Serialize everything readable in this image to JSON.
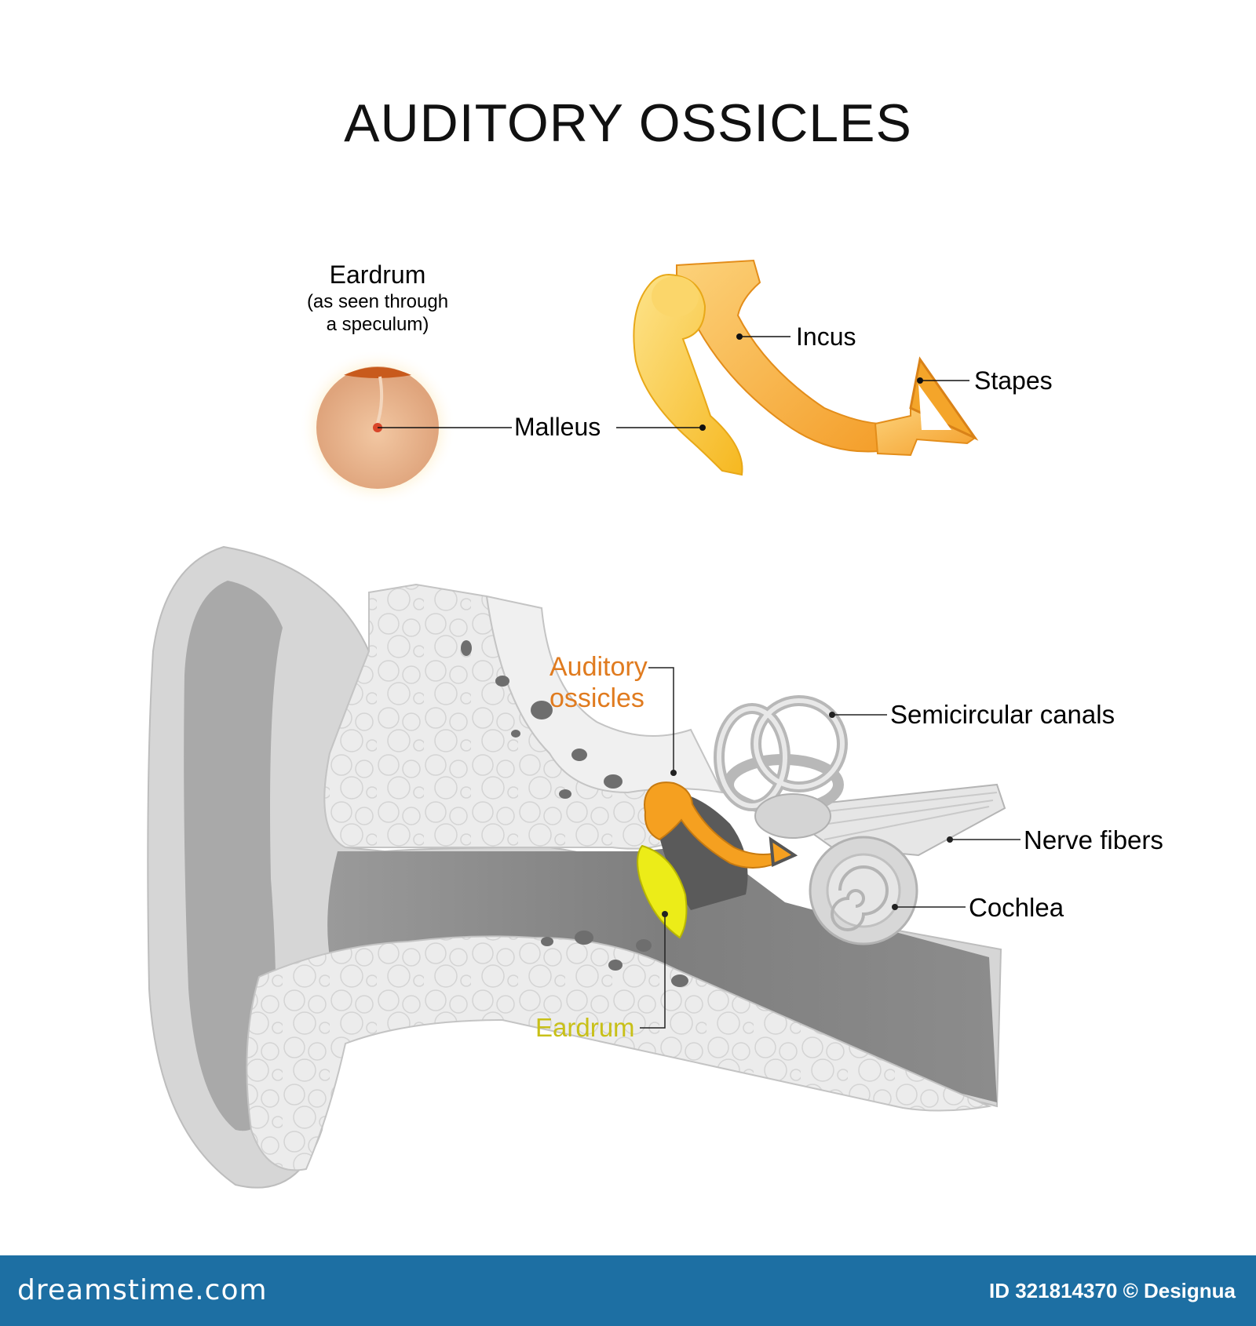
{
  "title": "AUDITORY OSSICLES",
  "eardrum_inset": {
    "heading": "Eardrum",
    "subheading_line1": "(as seen through",
    "subheading_line2": "a speculum)"
  },
  "ossicle_labels": {
    "malleus": "Malleus",
    "incus": "Incus",
    "stapes": "Stapes"
  },
  "ear_labels": {
    "auditory_ossicles_line1": "Auditory",
    "auditory_ossicles_line2": "ossicles",
    "semicircular_canals": "Semicircular canals",
    "nerve_fibers": "Nerve fibers",
    "cochlea": "Cochlea",
    "eardrum": "Eardrum"
  },
  "footer": {
    "brand": "dreamstime.com",
    "id_text": "ID 321814370 © Designua"
  },
  "colors": {
    "ossicle_orange": "#f5a020",
    "ossicle_yellow": "#f9c832",
    "label_orange": "#e07b1f",
    "label_yellow": "#c8c018",
    "eardrum_yellow": "#ecec18",
    "footer_blue": "#1d6fa3"
  }
}
